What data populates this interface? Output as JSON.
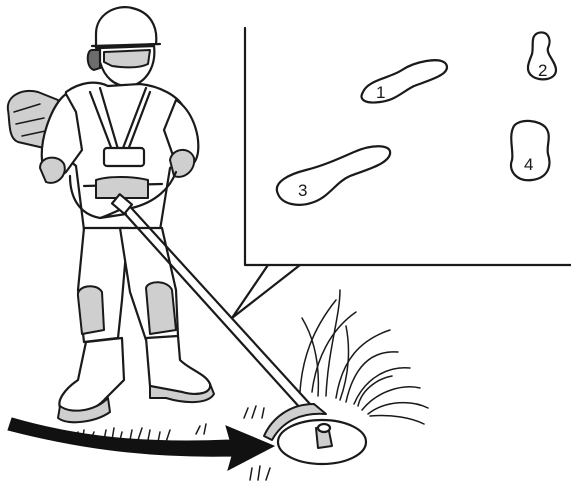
{
  "diagram": {
    "colors": {
      "ink": "#1a1a1a",
      "arrow": "#111111",
      "shade": "#cfcfcf",
      "background": "#ffffff"
    },
    "callout_inset": {
      "footprints": [
        {
          "label": "1"
        },
        {
          "label": "2"
        },
        {
          "label": "3"
        },
        {
          "label": "4"
        }
      ]
    },
    "icons": [
      "operator-figure",
      "brush-cutter",
      "sweep-arrow",
      "grass-clump",
      "cut-grass"
    ]
  }
}
